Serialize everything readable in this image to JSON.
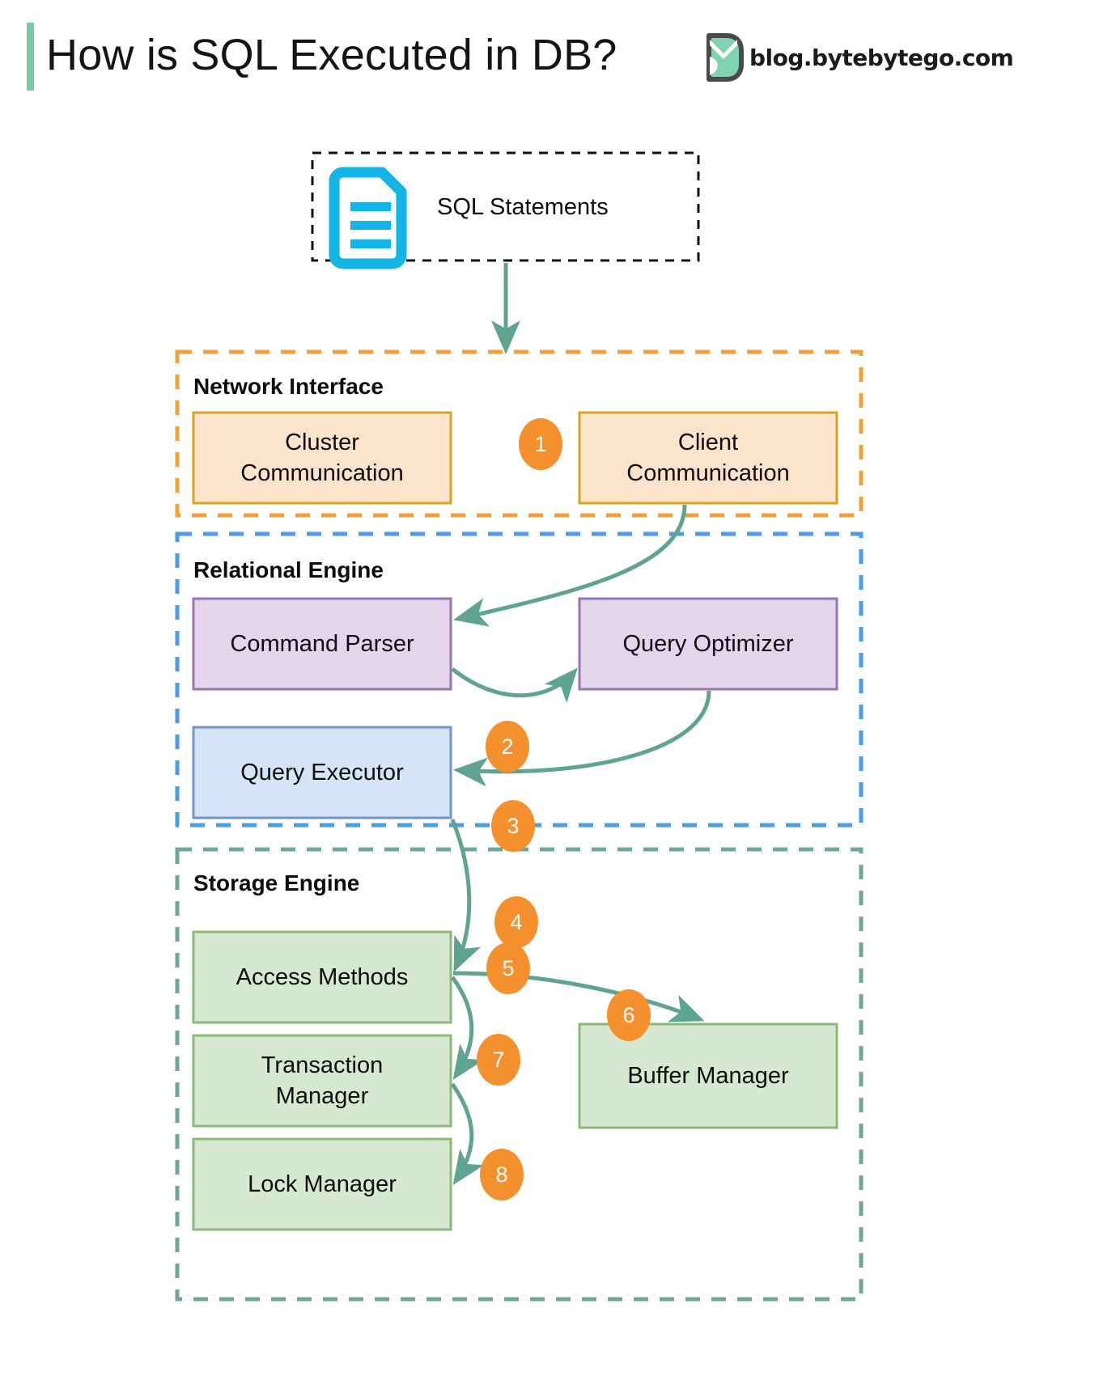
{
  "header": {
    "title": "How is SQL Executed in DB?",
    "brand_text": "blog.bytebytego.com",
    "brand_logo_icon": "bytebytego-logo-icon",
    "accent_color": "#79C9A6"
  },
  "colors": {
    "arrow": "#5FA391",
    "badge_fill": "#F4912E",
    "badge_text": "#FFFFFF",
    "network_border": "#F0A03C",
    "network_box_fill": "#FCE4CC",
    "network_box_border": "#D6A420",
    "relational_border": "#4A9BE8",
    "parser_fill": "#E5D5EC",
    "parser_border": "#9A74AE",
    "executor_fill": "#D6E4F7",
    "executor_border": "#7096C9",
    "storage_border": "#6FA898",
    "storage_box_fill": "#D7E8D0",
    "storage_box_border": "#8CB878",
    "sql_icon": "#12B5E5",
    "sql_dashed_border": "#111111"
  },
  "diagram": {
    "source": {
      "label": "SQL Statements",
      "icon": "document-lines-icon"
    },
    "groups": [
      {
        "id": "network-interface",
        "title": "Network Interface"
      },
      {
        "id": "relational-engine",
        "title": "Relational Engine"
      },
      {
        "id": "storage-engine",
        "title": "Storage Engine"
      }
    ],
    "nodes": [
      {
        "id": "cluster-communication",
        "label": "Cluster\nCommunication",
        "group": "network-interface"
      },
      {
        "id": "client-communication",
        "label": "Client\nCommunication",
        "group": "network-interface"
      },
      {
        "id": "command-parser",
        "label": "Command Parser",
        "group": "relational-engine"
      },
      {
        "id": "query-optimizer",
        "label": "Query Optimizer",
        "group": "relational-engine"
      },
      {
        "id": "query-executor",
        "label": "Query Executor",
        "group": "relational-engine"
      },
      {
        "id": "access-methods",
        "label": "Access Methods",
        "group": "storage-engine"
      },
      {
        "id": "buffer-manager",
        "label": "Buffer Manager",
        "group": "storage-engine"
      },
      {
        "id": "transaction-manager",
        "label": "Transaction\nManager",
        "group": "storage-engine"
      },
      {
        "id": "lock-manager",
        "label": "Lock Manager",
        "group": "storage-engine"
      }
    ],
    "steps": [
      {
        "n": "1",
        "from": "sql-statements",
        "to": "network-interface"
      },
      {
        "n": "2",
        "from": "client-communication",
        "to": "command-parser"
      },
      {
        "n": "3",
        "from": "command-parser",
        "to": "query-optimizer"
      },
      {
        "n": "4",
        "from": "query-optimizer",
        "to": "query-executor"
      },
      {
        "n": "5",
        "from": "query-executor",
        "to": "access-methods"
      },
      {
        "n": "6",
        "from": "access-methods",
        "to": "buffer-manager"
      },
      {
        "n": "7",
        "from": "access-methods",
        "to": "transaction-manager"
      },
      {
        "n": "8",
        "from": "transaction-manager",
        "to": "lock-manager"
      }
    ]
  }
}
